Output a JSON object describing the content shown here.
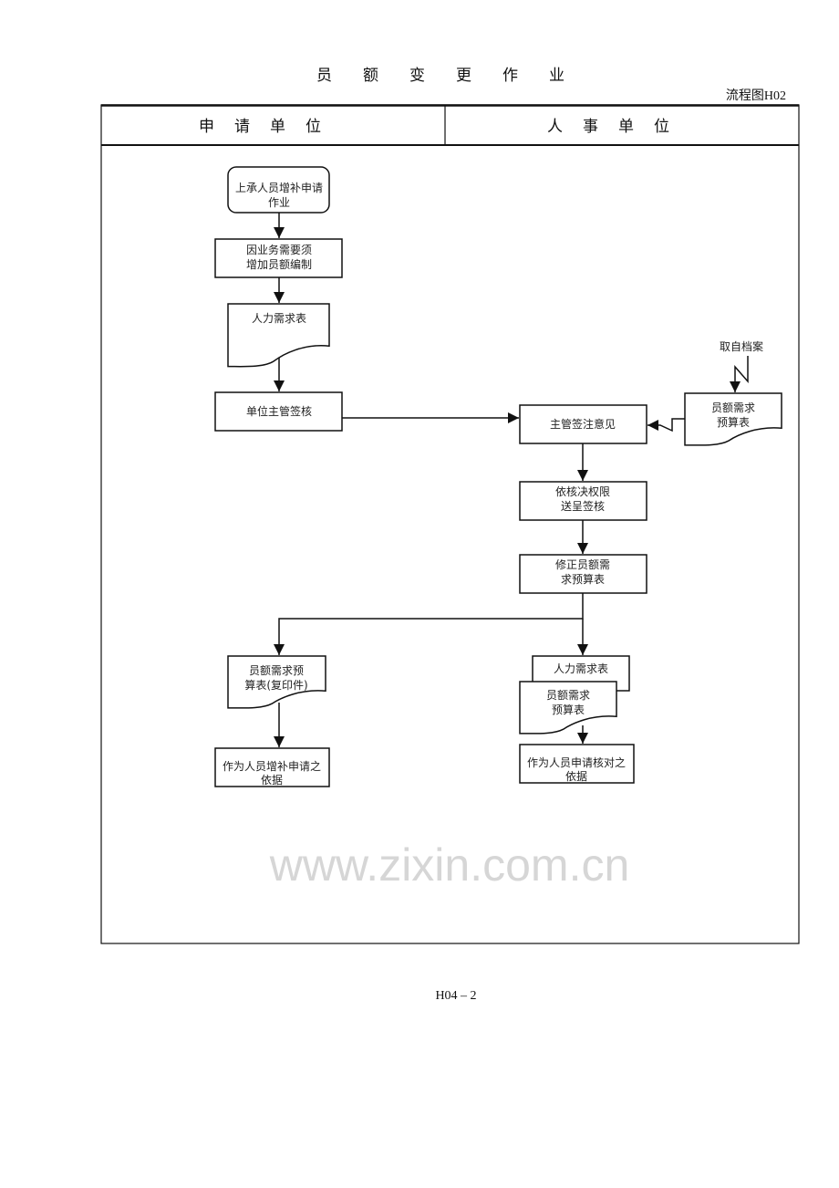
{
  "document": {
    "title": "员额变更作业",
    "chart_no": "流程图H02",
    "footer": "H04 – 2",
    "watermark": "www.zixin.com.cn"
  },
  "lanes": [
    "申请单位",
    "人事单位"
  ],
  "nodes": {
    "start": [
      "上承人员增补申请",
      "作业"
    ],
    "need": [
      "因业务需要须",
      "增加员额编制"
    ],
    "hr_form": [
      "人力需求表"
    ],
    "unit_approve": [
      "单位主管签核"
    ],
    "supervisor_note": [
      "主管签注意见"
    ],
    "archive_label": "取自档案",
    "budget_form": [
      "员额需求",
      "预算表"
    ],
    "submit": [
      "依核决权限",
      "送呈签核"
    ],
    "revise": [
      "修正员额需",
      "求预算表"
    ],
    "copy_form": [
      "员额需求预",
      "算表(复印件)"
    ],
    "basis_apply": [
      "作为人员增补申请之",
      "依据"
    ],
    "hr_form_2": [
      "人力需求表"
    ],
    "budget_form_2": [
      "员额需求",
      "预算表"
    ],
    "basis_check": [
      "作为人员申请核对之",
      "依据"
    ]
  }
}
